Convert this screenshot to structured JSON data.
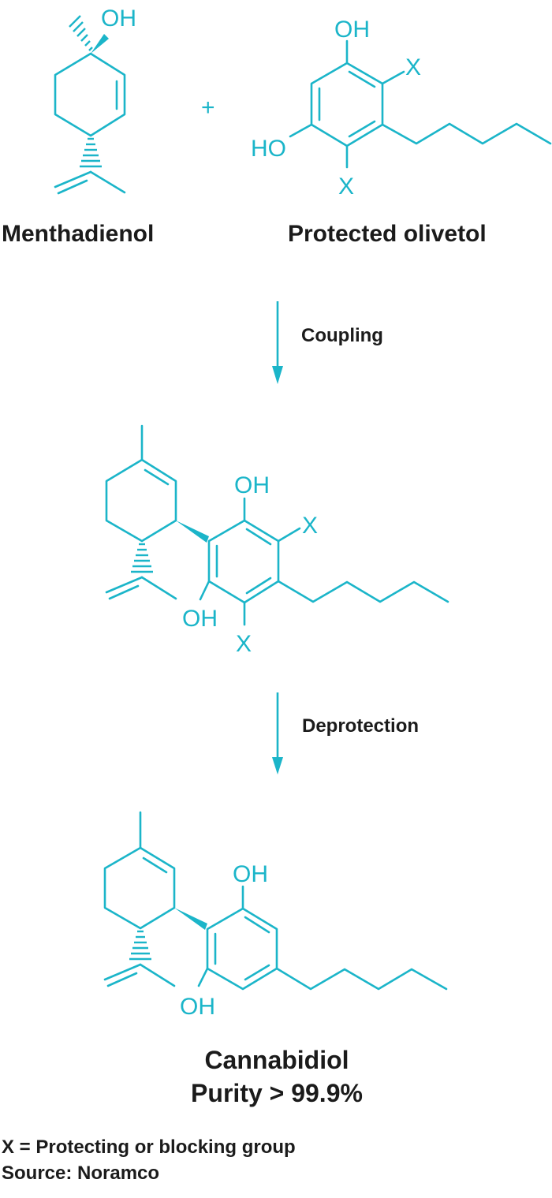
{
  "reactants": {
    "menthadienol": {
      "name": "Menthadienol",
      "atoms": {
        "oh": "OH"
      }
    },
    "plus": "+",
    "olivetol": {
      "name": "Protected olivetol",
      "atoms": {
        "oh_top": "OH",
        "ho_left": "HO",
        "x_right": "X",
        "x_bottom": "X"
      }
    }
  },
  "steps": [
    {
      "label": "Coupling"
    },
    {
      "label": "Deprotection"
    }
  ],
  "intermediate": {
    "atoms": {
      "oh_top": "OH",
      "oh_bottom": "OH",
      "x_right": "X",
      "x_bottom": "X"
    }
  },
  "product": {
    "atoms": {
      "oh_top": "OH",
      "oh_bottom": "OH"
    },
    "name": "Cannabidiol",
    "purity": "Purity > 99.9%"
  },
  "footnotes": {
    "legend": "X = Protecting or blocking group",
    "source": "Source: Noramco"
  },
  "colors": {
    "structure": "#1bb5c9",
    "text": "#1b1b1b",
    "background": "#ffffff"
  }
}
